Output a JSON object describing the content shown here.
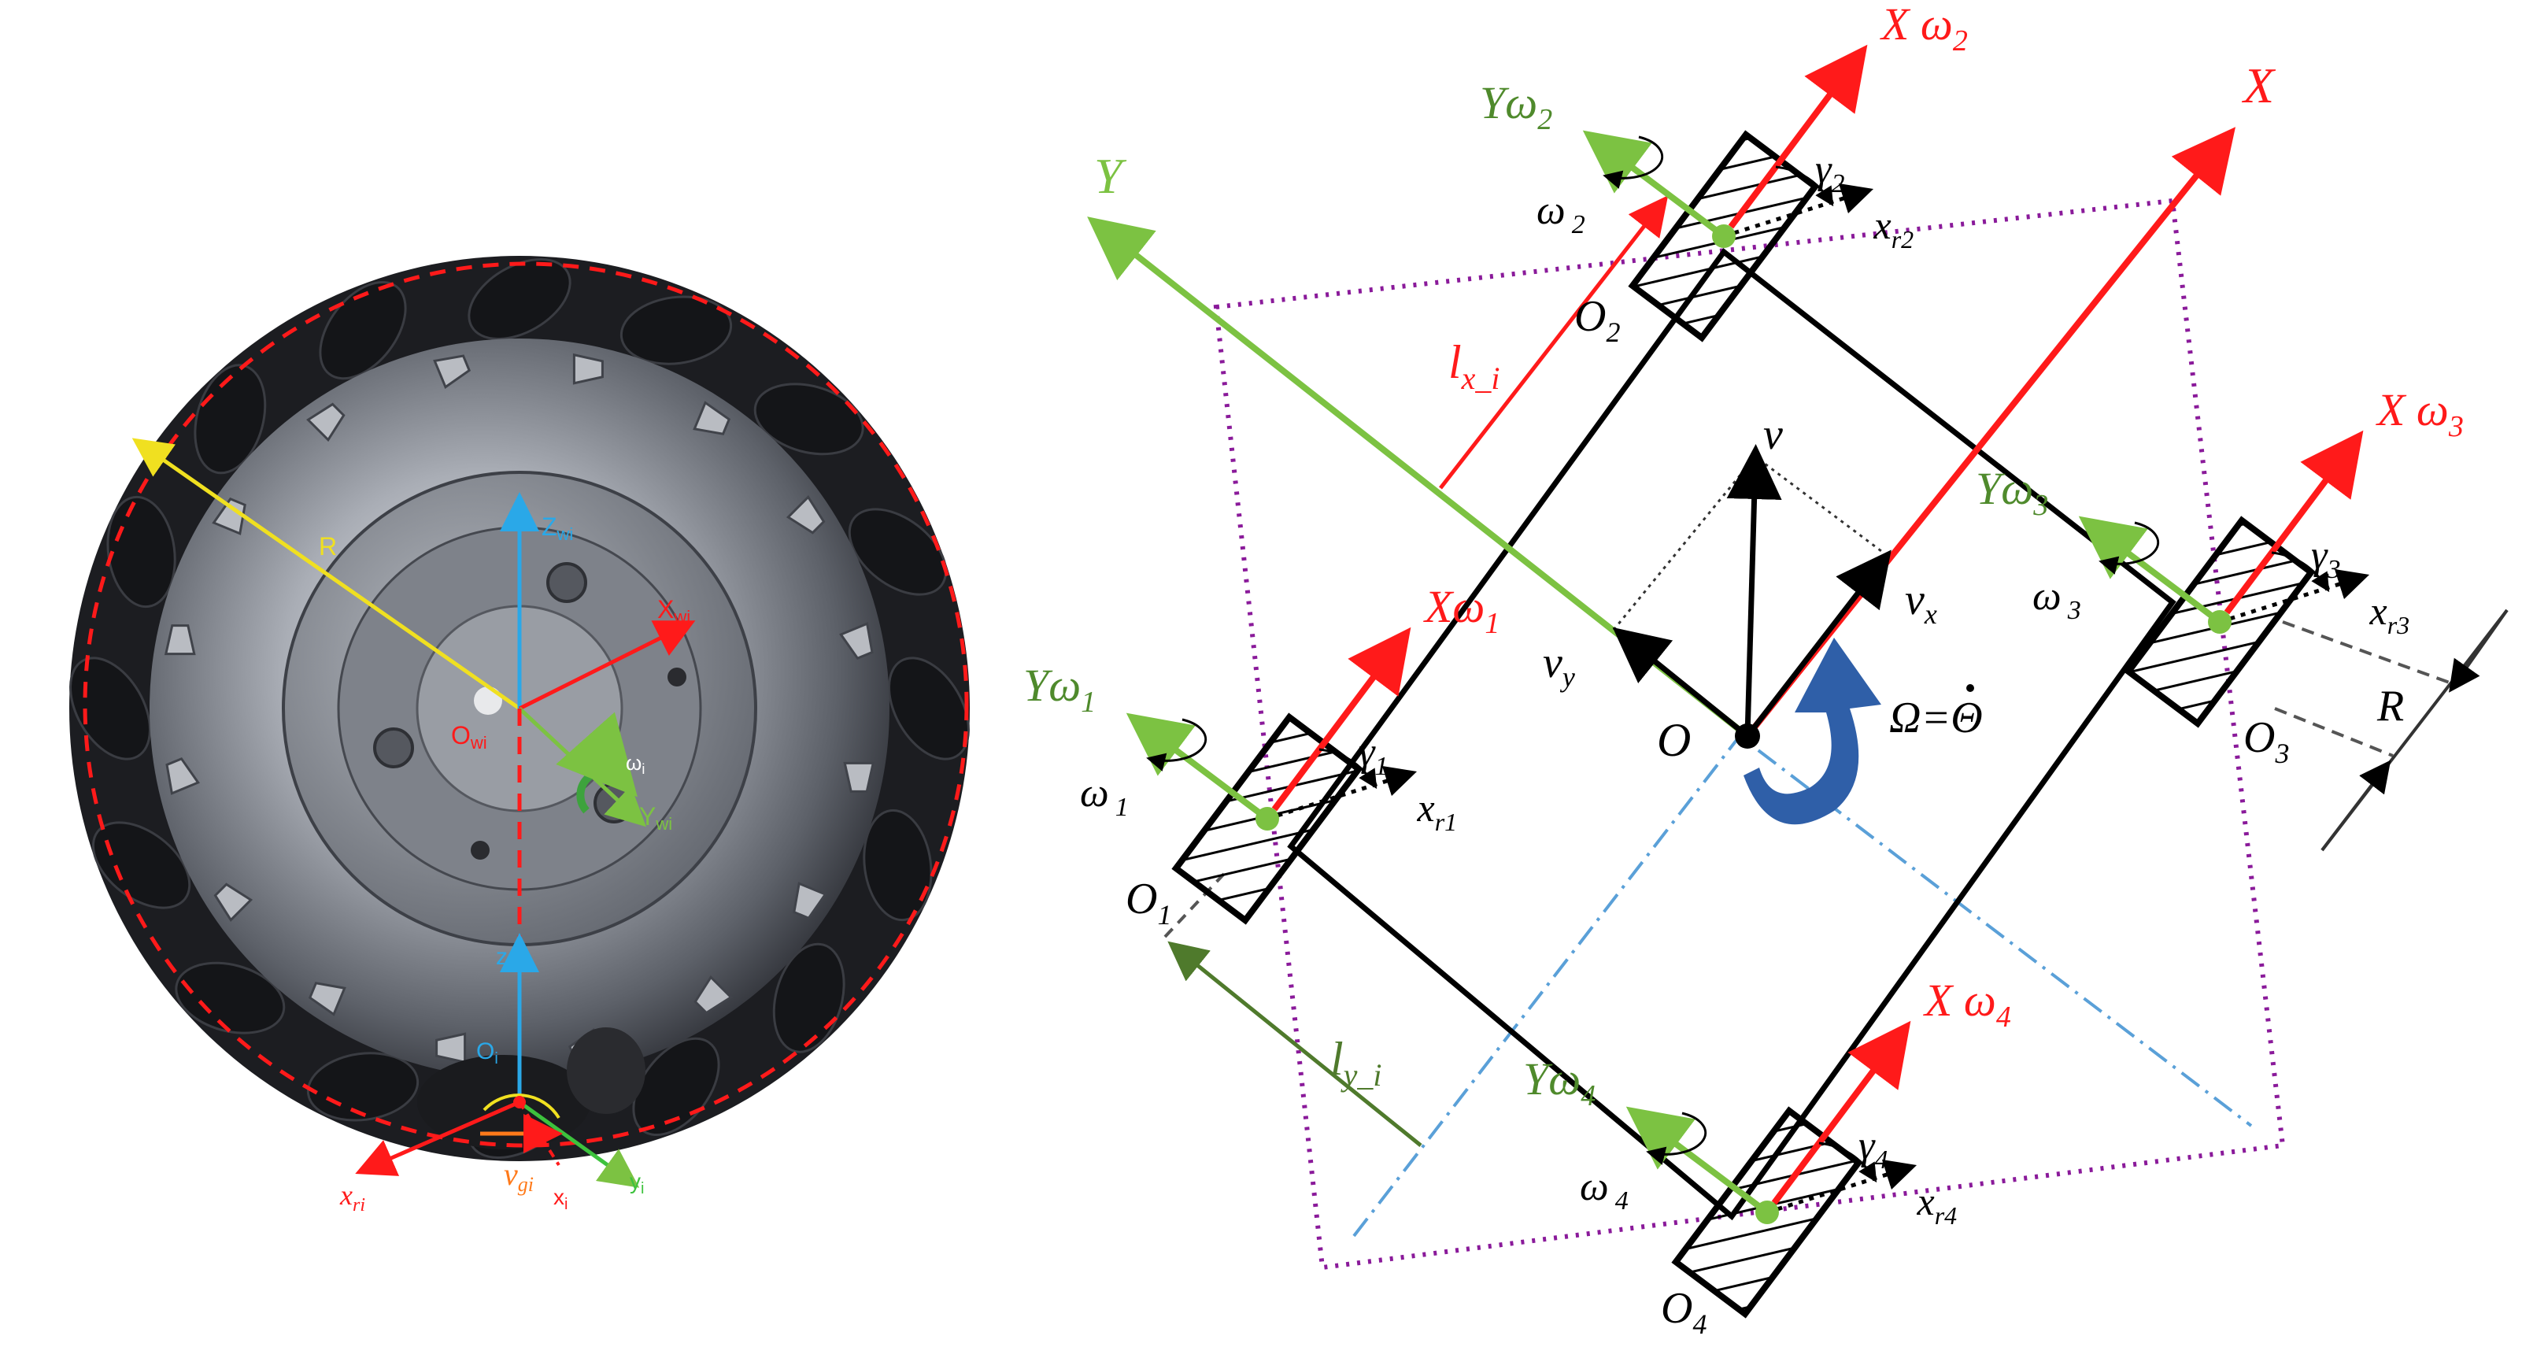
{
  "colors": {
    "red": "#ff1a1a",
    "green": "#7cc242",
    "dark_green": "#4f7a2c",
    "blue_axis": "#2aa8e8",
    "purple": "#8a1a9a",
    "dashdot_blue": "#5aa0d8",
    "rotation_arrow": "#2f5fa8",
    "yellow": "#f0e020",
    "wheel_gray": "#5a5e66",
    "orange": "#ff7a1a"
  },
  "icons": {
    "rotation": "curved-arrow-icon",
    "wheel_rotation": "circular-arrow-icon"
  },
  "wheel_panel": {
    "R": "R",
    "Zwi": "Z",
    "Zwi_sub": "wi",
    "Xwi": "X",
    "Xwi_sub": "wi",
    "Ywi": "Y",
    "Ywi_sub": "wi",
    "Owi": "O",
    "Owi_sub": "wi",
    "omega_i": "ω",
    "omega_i_sub": "i",
    "zi": "z",
    "zi_sub": "i",
    "Oi": "O",
    "Oi_sub": "i",
    "xri": "x",
    "xri_sub": "ri",
    "vgi": "v",
    "vgi_sub": "gi",
    "xi": "x",
    "xi_sub": "i",
    "yi": "y",
    "yi_sub": "i"
  },
  "kinematics": {
    "X": "X",
    "Y": "Y",
    "O": "O",
    "v": "v",
    "vx": "v",
    "vx_sub": "x",
    "vy": "v",
    "vy_sub": "y",
    "Omega": "Ω=",
    "theta_dot": "Θ",
    "lx": "l",
    "lx_sub": "x_i",
    "ly": "l",
    "ly_sub": "y_i",
    "R": "R",
    "wheels": [
      {
        "O": "O",
        "n": "1",
        "X": "Xω",
        "Y": "Yω",
        "w": "ω",
        "g": "γ",
        "xr": "x",
        "xr_sub": "r1"
      },
      {
        "O": "O",
        "n": "2",
        "X": "X ω",
        "Y": "Yω",
        "w": "ω",
        "g": "γ",
        "xr": "x",
        "xr_sub": "r2"
      },
      {
        "O": "O",
        "n": "3",
        "X": "X ω",
        "Y": "Yω",
        "w": "ω",
        "g": "γ",
        "xr": "x",
        "xr_sub": "r3"
      },
      {
        "O": "O",
        "n": "4",
        "X": "X ω",
        "Y": "Yω",
        "w": "ω",
        "g": "γ",
        "xr": "x",
        "xr_sub": "r4"
      }
    ]
  }
}
